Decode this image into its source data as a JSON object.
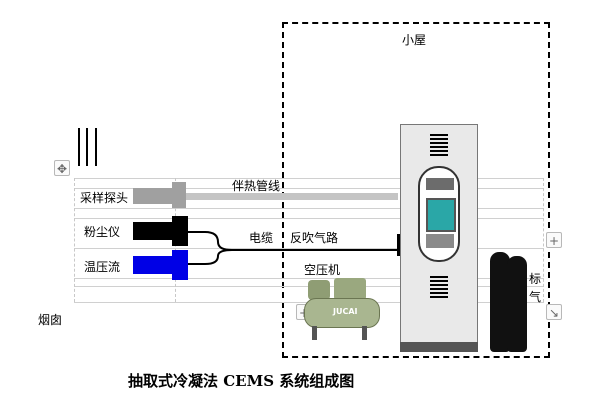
{
  "labels": {
    "room": "小屋",
    "sampling_probe": "采样探头",
    "dust_meter": "粉尘仪",
    "temp_pressure_flow": "温压流",
    "chimney": "烟囱",
    "heat_tracing_pipe": "伴热管线",
    "cable": "电缆",
    "back_purge_gas": "反吹气路",
    "air_compressor": "空压机",
    "standard_gas_1": "标",
    "standard_gas_2": "气",
    "compressor_brand": "JUCAI"
  },
  "caption": "抽取式冷凝法 CEMS 系统组成图",
  "handles": {
    "move": "✥",
    "add_right": "+",
    "add_bottom": "+",
    "resize": "↘"
  },
  "colors": {
    "probe": "#a0a0a0",
    "dust_meter": "#000000",
    "tpf": "#0000e6",
    "cabinet": "#e8e8e8",
    "screen": "#2aa7a7"
  }
}
